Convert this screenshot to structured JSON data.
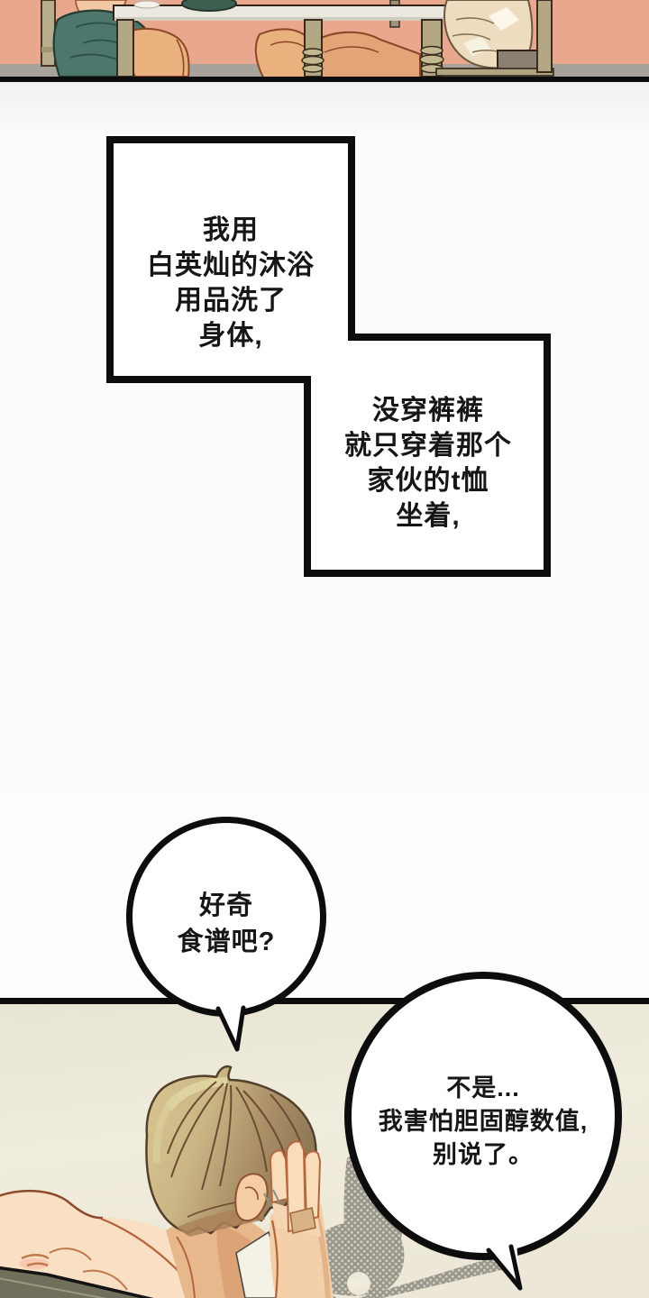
{
  "page": {
    "kind": "webtoon comic page",
    "language": "zh"
  },
  "top_panel": {
    "description": "two people sitting at a dining table, cropped panel"
  },
  "narration_box_1": {
    "lines": [
      "我用",
      "白英灿的沐浴",
      "用品洗了",
      "身体,"
    ]
  },
  "narration_box_2": {
    "lines": [
      "没穿裤裤",
      "就只穿着那个",
      "家伙的t恤",
      "坐着,"
    ]
  },
  "speech_bubble_1": {
    "lines": [
      "好奇",
      "食谱吧?"
    ]
  },
  "speech_bubble_2": {
    "lines": [
      "不是...",
      "我害怕胆固醇数值,",
      "别说了。"
    ]
  },
  "bottom_panel": {
    "description": "blond man seen from behind with hand raised to his face"
  },
  "colors": {
    "top_panel_background": "#e9a78d",
    "panel_border": "#0d0d0d",
    "mid_gutter_background": "#fcfcfb",
    "bottom_panel_background": "#efebdb",
    "bubble_fill": "#ffffff",
    "text": "#161616",
    "teal_shorts": "#4d776d",
    "table_wood": "#b3a883",
    "blanket_cream": "#eedcc0",
    "hair_blond": "#cbb685",
    "skin": "#f6d6b4",
    "halftone_gray": "#98968b"
  }
}
